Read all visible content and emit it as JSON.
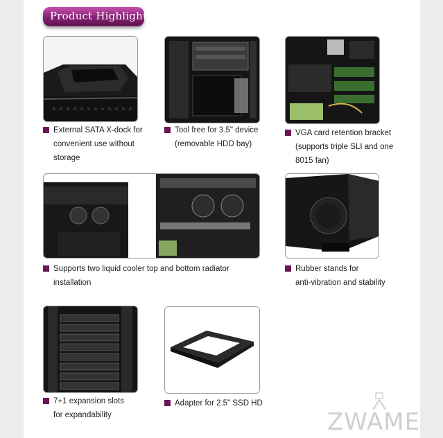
{
  "banner": {
    "title": "Product Highlights"
  },
  "features": [
    {
      "line1": "External SATA X-dock for",
      "line2": "convenient use without",
      "line3": "storage"
    },
    {
      "line1": "Tool free for 3.5\" device",
      "line2": "(removable HDD bay)"
    },
    {
      "line1": "VGA card retention bracket",
      "line2": "(supports triple SLI and one",
      "line3": "8015 fan)"
    },
    {
      "line1": "Supports two liquid cooler top and bottom radiator",
      "line2": "installation"
    },
    {
      "line1": "Rubber stands for",
      "line2": "anti-vibration and stability"
    },
    {
      "line1": "7+1 expansion slots",
      "line2": "for expandability"
    },
    {
      "line1": "Adapter for 2.5\" SSD HD"
    }
  ],
  "watermark": {
    "text": "ZWAME"
  },
  "colors": {
    "accent": "#6a1655",
    "banner": "#7e1e6d"
  }
}
